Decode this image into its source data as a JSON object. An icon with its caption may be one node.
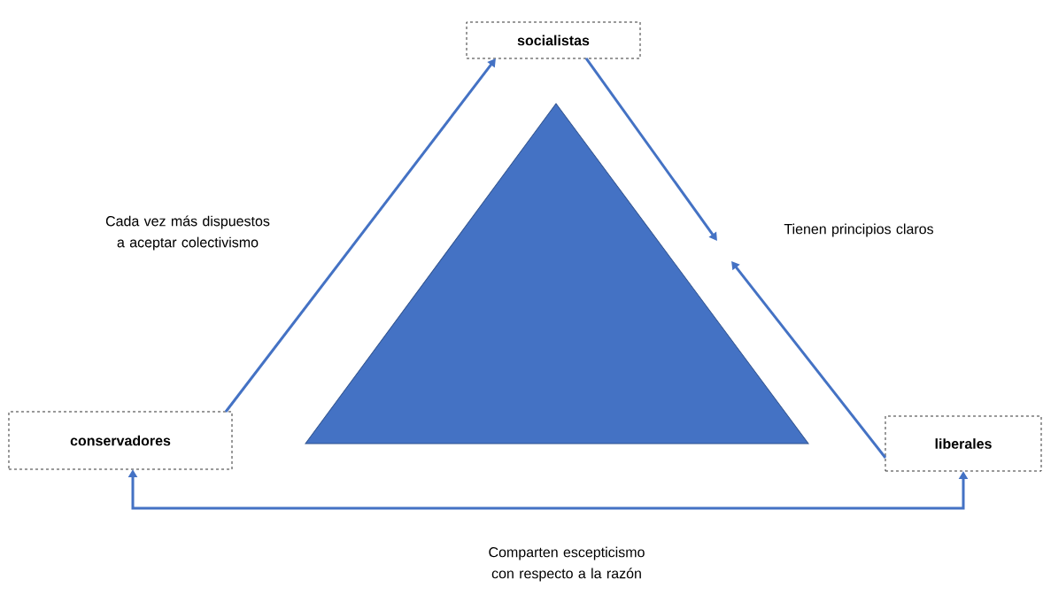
{
  "diagram": {
    "nodes": [
      {
        "text": [
          "socialistas"
        ]
      },
      {
        "text": [
          "conservadores"
        ]
      },
      {
        "text": [
          "liberales"
        ]
      },
      {
        "text": [],
        "shape": "triangle"
      }
    ],
    "edges": [
      {
        "from": 1,
        "to": 0,
        "arrow": "to",
        "label": "Cada vez más dispuestos a aceptar colectivismo"
      },
      {
        "from": 0,
        "to": null,
        "arrow": "to",
        "label": "Tienen principios claros"
      },
      {
        "from": 2,
        "to": null,
        "arrow": "to"
      },
      {
        "from": 1,
        "to": 2,
        "arrow": "both",
        "label": "Comparten escepticismo con respecto a la razón"
      }
    ]
  }
}
